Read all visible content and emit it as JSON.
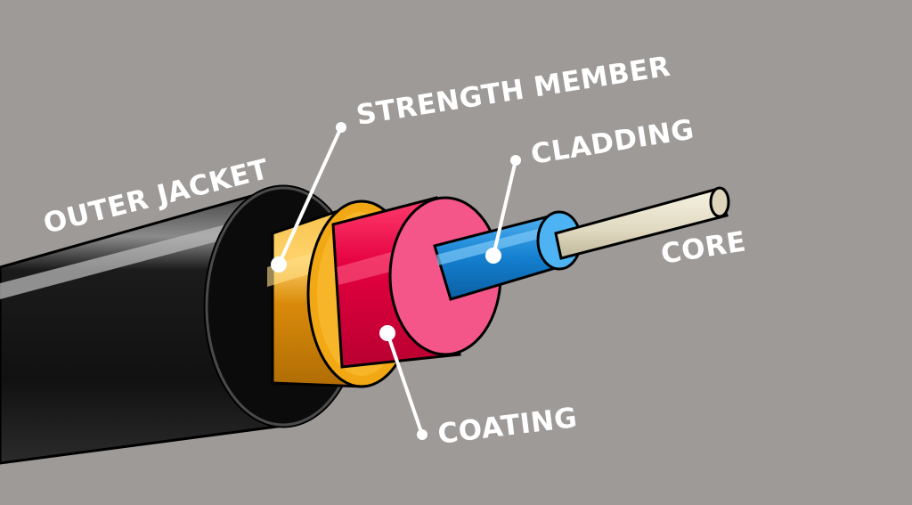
{
  "diagram": {
    "colors": {
      "background": "#9d9a98",
      "outer_jacket": "#151515",
      "strength_member": "#f2a814",
      "coating": "#e4003f",
      "coating_face": "#f5568a",
      "cladding": "#1480d0",
      "core": "#e8e2cc",
      "label": "#ffffff"
    },
    "labels": {
      "outer_jacket": "OUTER JACKET",
      "strength_member": "STRENGTH MEMBER",
      "cladding": "CLADDING",
      "core": "CORE",
      "coating": "COATING"
    }
  }
}
